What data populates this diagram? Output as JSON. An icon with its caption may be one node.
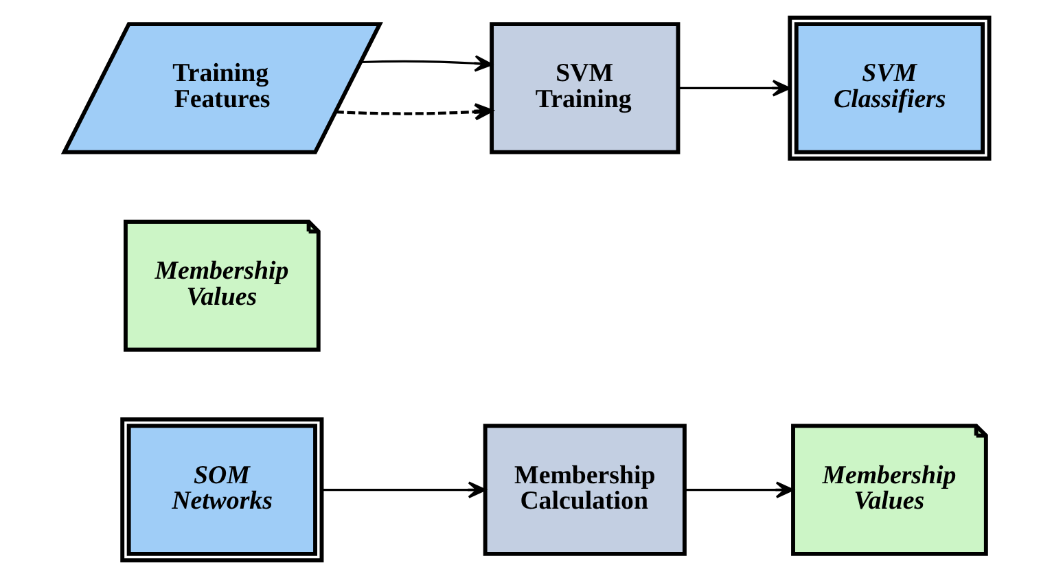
{
  "diagram": {
    "nodes": [
      {
        "text": [
          "SOM Networks"
        ]
      },
      {
        "text": [
          "Membership Calculation"
        ]
      },
      {
        "text": [
          "Membership Values"
        ]
      },
      {
        "text": [
          "Membership Values"
        ]
      },
      {
        "text": [
          "Training Features"
        ]
      },
      {
        "text": [
          "SVM Training"
        ]
      },
      {
        "text": [
          "SVM Classifiers"
        ]
      }
    ],
    "edges": [
      {
        "from": 0,
        "to": 1,
        "arrow": "to"
      },
      {
        "from": 1,
        "to": 2,
        "arrow": "to"
      },
      {
        "from": 4,
        "to": 5,
        "arrow": "to",
        "style": "dashed"
      },
      {
        "from": 4,
        "to": 5,
        "arrow": "to"
      },
      {
        "from": 5,
        "to": 6,
        "arrow": "to"
      }
    ]
  }
}
